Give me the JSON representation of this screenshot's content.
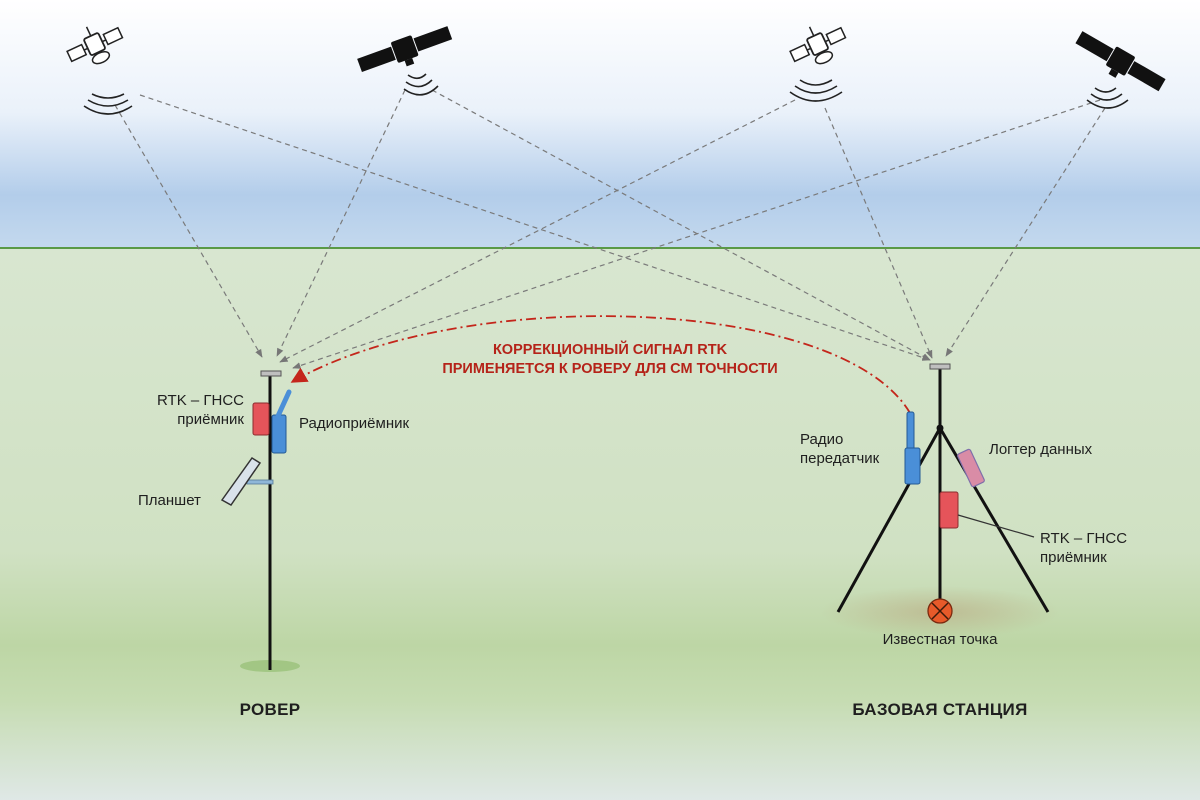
{
  "banner": {
    "line1": "КОРРЕКЦИОННЫЙ СИГНАЛ RTK",
    "line2": "ПРИМЕНЯЕТСЯ К РОВЕРУ ДЛЯ СМ ТОЧНОСТИ"
  },
  "rover": {
    "title": "РОВЕР",
    "gnss_line1": "RTK – ГНСС",
    "gnss_line2": "приёмник",
    "radio": "Радиоприёмник",
    "tablet": "Планшет"
  },
  "base": {
    "title": "БАЗОВАЯ СТАНЦИЯ",
    "radio_line1": "Радио",
    "radio_line2": "передатчик",
    "logger": "Логтер данных",
    "gnss_line1": "RTK – ГНСС",
    "gnss_line2": "приёмник",
    "point": "Известная точка"
  },
  "colors": {
    "signal": "#c4261b",
    "receiver": "#e5545a",
    "radio": "#4a8fd8",
    "logger": "#d98ca6",
    "point": "#e65a2a",
    "horizon": "#5a9a46"
  }
}
